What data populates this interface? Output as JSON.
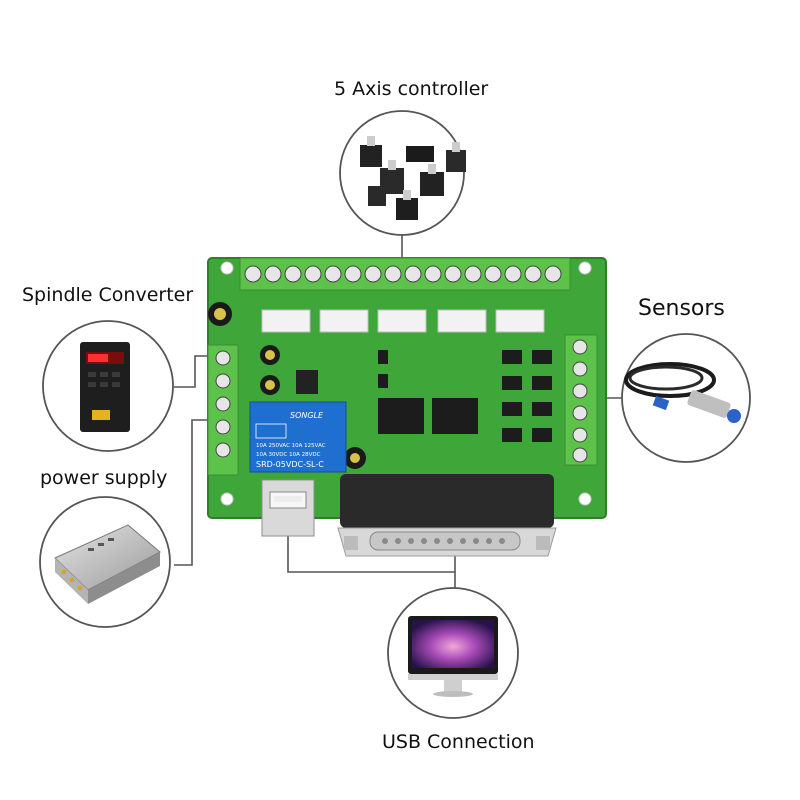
{
  "labels": {
    "axis_controller": "5 Axis controller",
    "spindle_converter": "Spindle Converter",
    "sensors": "Sensors",
    "power_supply": "power supply",
    "usb_connection": "USB Connection"
  },
  "relay": {
    "brand": "SONGLE",
    "specs_line1": "10A 250VAC  10A 125VAC",
    "specs_line2": "10A  30VDC  10A  28VDC",
    "model": "SRD-05VDC-SL-C"
  },
  "colors": {
    "board_green": "#3fa63a",
    "terminal_green": "#5cc24a",
    "relay_blue": "#1f6fd1",
    "connector_white": "#f2f2f2",
    "line_gray": "#555555"
  },
  "icons": [
    "stepper-motors-icon",
    "inverter-icon",
    "power-supply-icon",
    "proximity-sensor-icon",
    "monitor-icon"
  ]
}
